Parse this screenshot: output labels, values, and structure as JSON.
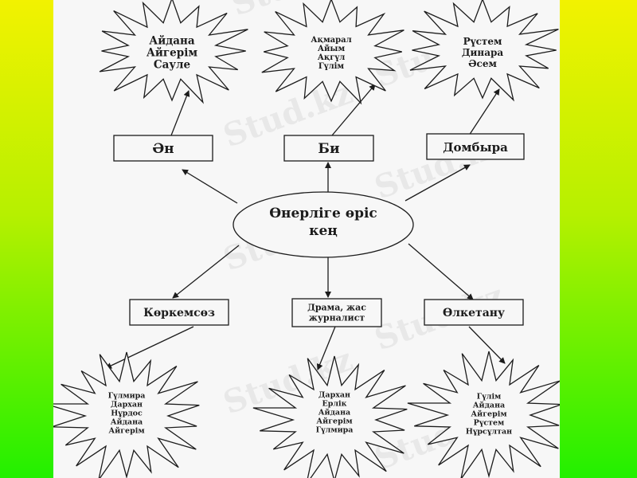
{
  "diagram": {
    "center": {
      "lines": [
        "Өнерлiге өрiс",
        "кең"
      ]
    },
    "boxes": {
      "an": "Ән",
      "bi": "Би",
      "dombyra": "Домбыра",
      "korkemsoz": "Көркемсөз",
      "drama": [
        "Драма, жас",
        "журналист"
      ],
      "olketanu": "Өлкетану"
    },
    "stars": {
      "an": [
        "Айдана",
        "Айгерiм",
        "Сауле"
      ],
      "bi": [
        "Ақмарал",
        "Айым",
        "Ақгүл",
        "Гүлiм"
      ],
      "dombyra": [
        "Рүстем",
        "Динара",
        "Әсем"
      ],
      "korkemsoz": [
        "Гүлмира",
        "Дархан",
        "Нұрдос",
        "Айдана",
        "Айгерiм"
      ],
      "drama": [
        "Дархан",
        "Ерлiк",
        "Айдана",
        "Айгерiм",
        "Гүлмира"
      ],
      "olketanu": [
        "Гүлiм",
        "Айдана",
        "Айгерiм",
        "Рүстем",
        "Нұрсұлтан"
      ]
    },
    "watermark": "Stud.kz"
  },
  "colors": {
    "ink": "#1c1c1c",
    "sheet": "#f7f7f7"
  }
}
